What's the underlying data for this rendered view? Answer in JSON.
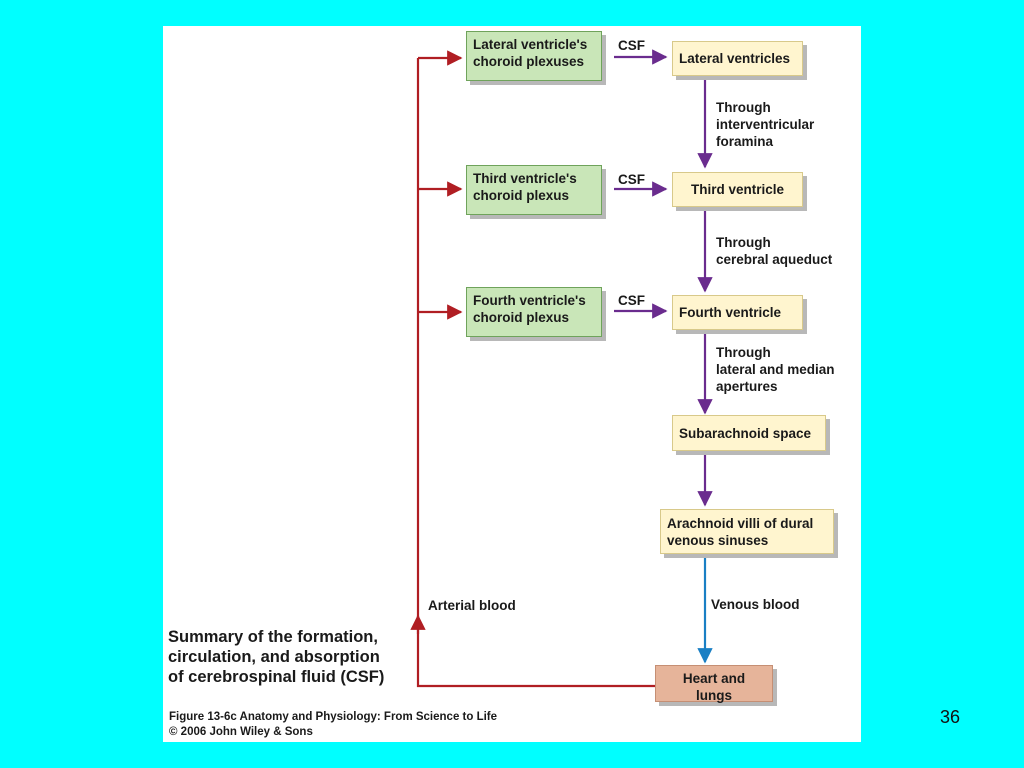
{
  "slide_number": "36",
  "sources": [
    {
      "lines": [
        "Lateral ventricle's",
        "choroid plexuses"
      ]
    },
    {
      "lines": [
        "Third ventricle's",
        "choroid plexus"
      ]
    },
    {
      "lines": [
        "Fourth ventricle's",
        "choroid plexus"
      ]
    }
  ],
  "csf_label": "CSF",
  "chambers": [
    {
      "lines": [
        "Lateral ventricles"
      ]
    },
    {
      "lines": [
        "Third ventricle"
      ]
    },
    {
      "lines": [
        "Fourth ventricle"
      ]
    },
    {
      "lines": [
        "Subarachnoid space"
      ]
    },
    {
      "lines": [
        "Arachnoid villi of dural",
        "venous sinuses"
      ]
    }
  ],
  "passages": [
    {
      "lines": [
        "Through",
        "interventricular",
        "foramina"
      ]
    },
    {
      "lines": [
        "Through",
        "cerebral aqueduct"
      ]
    },
    {
      "lines": [
        "Through",
        "lateral and median",
        "apertures"
      ]
    }
  ],
  "venous_label": "Venous blood",
  "arterial_label": "Arterial blood",
  "heart": {
    "lines": [
      "Heart and",
      "lungs"
    ]
  },
  "summary_lines": [
    "Summary of the formation,",
    "circulation, and absorption",
    "of cerebrospinal fluid (CSF)"
  ],
  "caption_lines": [
    "Figure 13-6c  Anatomy and Physiology: From Science to Life",
    "© 2006 John Wiley & Sons"
  ],
  "colors": {
    "background": "#00FFFF",
    "arterial": "#b01e23",
    "csf_flow": "#6a2c8e",
    "venous": "#1a7fc4",
    "source_box": "#c9e6b8",
    "chamber_box": "#fff5cf",
    "heart_box": "#e6b49a"
  }
}
